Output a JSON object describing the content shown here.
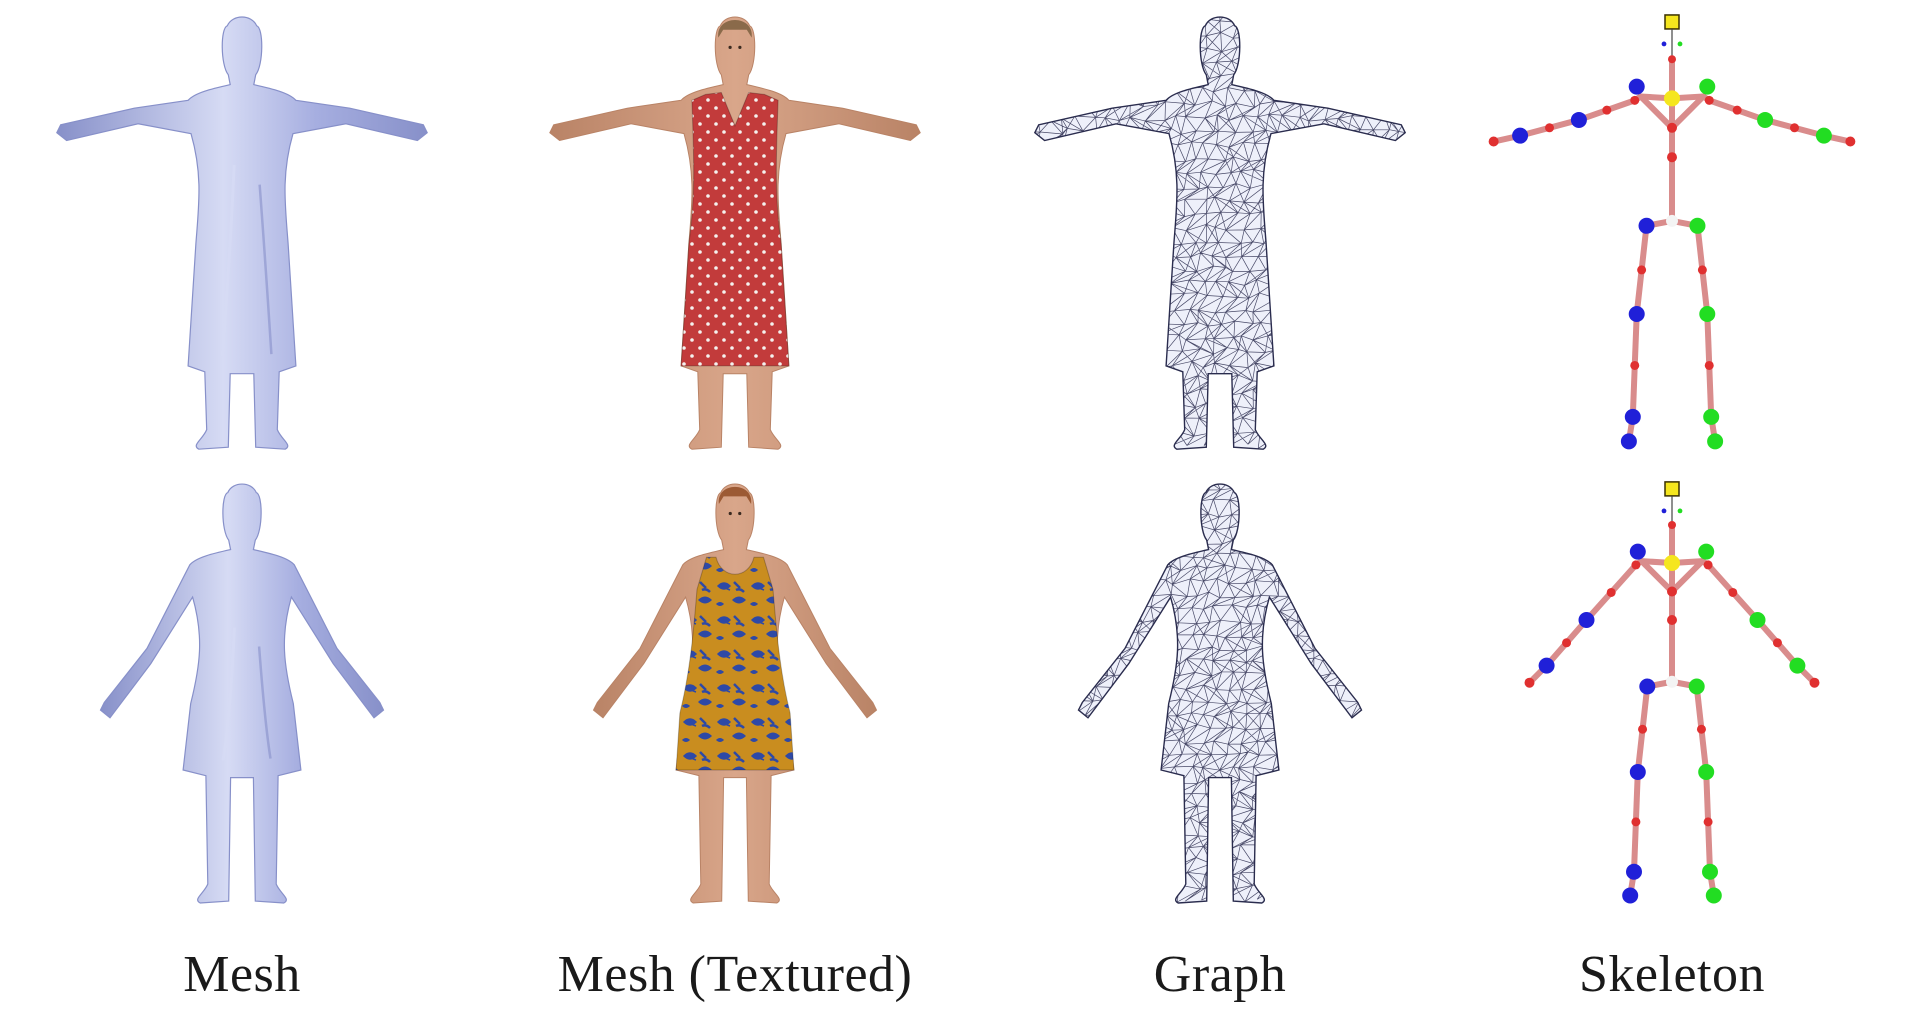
{
  "columns": [
    {
      "label": "Mesh",
      "style": "mesh"
    },
    {
      "label": "Mesh (Textured)",
      "style": "textured"
    },
    {
      "label": "Graph",
      "style": "graph"
    },
    {
      "label": "Skeleton",
      "style": "skeleton"
    }
  ],
  "rows": [
    {
      "pose": "t-pose",
      "garment": "long-dress",
      "pattern": "polka-dot"
    },
    {
      "pose": "a-pose",
      "garment": "short-dress",
      "pattern": "floral"
    }
  ],
  "colors": {
    "mesh": "#a6aee0",
    "mesh_shade": "#8790c9",
    "mesh_highlight": "#d6dbf4",
    "skin": "#d9a68a",
    "skin_shade": "#b98366",
    "hair_row1": "#8a6a4a",
    "hair_row2": "#9c5a34",
    "dress_row1": "#c23b3b",
    "dress_row1_dots": "#f4f1ee",
    "dress_row2": "#c98d1f",
    "dress_row2_flower": "#2e49a6",
    "graph_line": "#2a2c4e",
    "graph_fill": "#eef0fa",
    "bone": "#d98c8c",
    "joint_center": "#e03030",
    "joint_left": "#2020d8",
    "joint_right": "#22dd22",
    "joint_neck": "#f5e61e",
    "head_marker": "#f5e61e",
    "pelvis": "#f4f4f4"
  }
}
